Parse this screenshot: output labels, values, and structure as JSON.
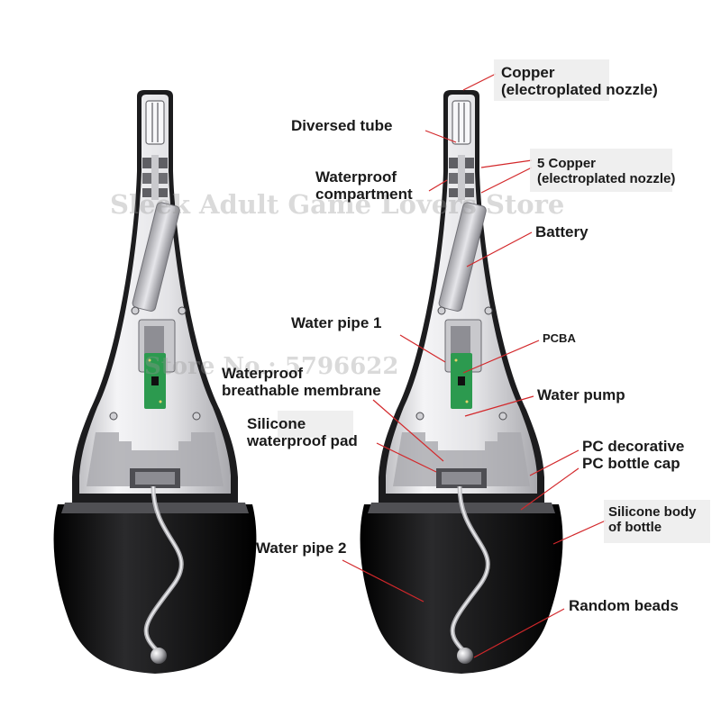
{
  "diagram": {
    "labels": {
      "copper": "Copper\n(electroplated nozzle)",
      "diversed_tube": "Diversed tube",
      "waterproof_compartment": "Waterproof\ncompartment",
      "five_copper": "5 Copper\n(electroplated nozzle)",
      "battery": "Battery",
      "water_pipe_1": "Water pipe 1",
      "pcba": "PCBA",
      "membrane": "Waterproof\nbreathable membrane",
      "water_pump": "Water pump",
      "silicone_pad": "Silicone\nwaterproof pad",
      "pc_decorative": "PC decorative\nPC bottle cap",
      "silicone_body": "Silicone body\nof bottle",
      "water_pipe_2": "Water pipe 2",
      "random_beads": "Random beads"
    },
    "watermarks": {
      "store": "Sleek Adult Game Lovers Store",
      "store_no": "Store No.: 5796622"
    },
    "colors": {
      "body_dark": "#111111",
      "shell_grey": "#d9d9dc",
      "pcb_green": "#2c9a4f",
      "leader_red": "#d3282b"
    }
  }
}
